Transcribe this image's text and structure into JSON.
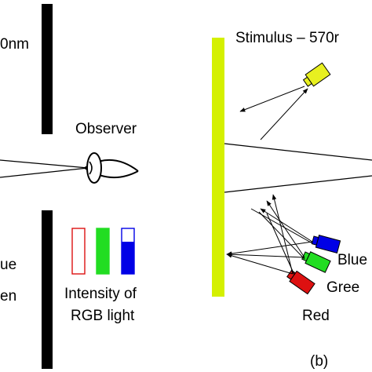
{
  "labels": {
    "wavelength_left": "0nm",
    "stimulus": "Stimulus – 570r",
    "observer": "Observer",
    "left_blue_partial": "ue",
    "left_green_partial": "en",
    "intensity_line1": "Intensity of",
    "intensity_line2": "RGB light",
    "blue": "Blue",
    "green": "Gree",
    "red": "Red",
    "panel_b": "(b)"
  },
  "intensity_bars": {
    "red": 0,
    "green": 1,
    "blue": 0.7
  },
  "colors": {
    "stimulus_bar": "#d4f000",
    "stimulus_lamp": "#e8f020",
    "blue": "#0000e6",
    "green": "#22dd22",
    "red": "#dd1111",
    "screen": "#000000"
  },
  "icons": {
    "observer": "eye-icon",
    "lamps": "projector-lamp-icon"
  }
}
